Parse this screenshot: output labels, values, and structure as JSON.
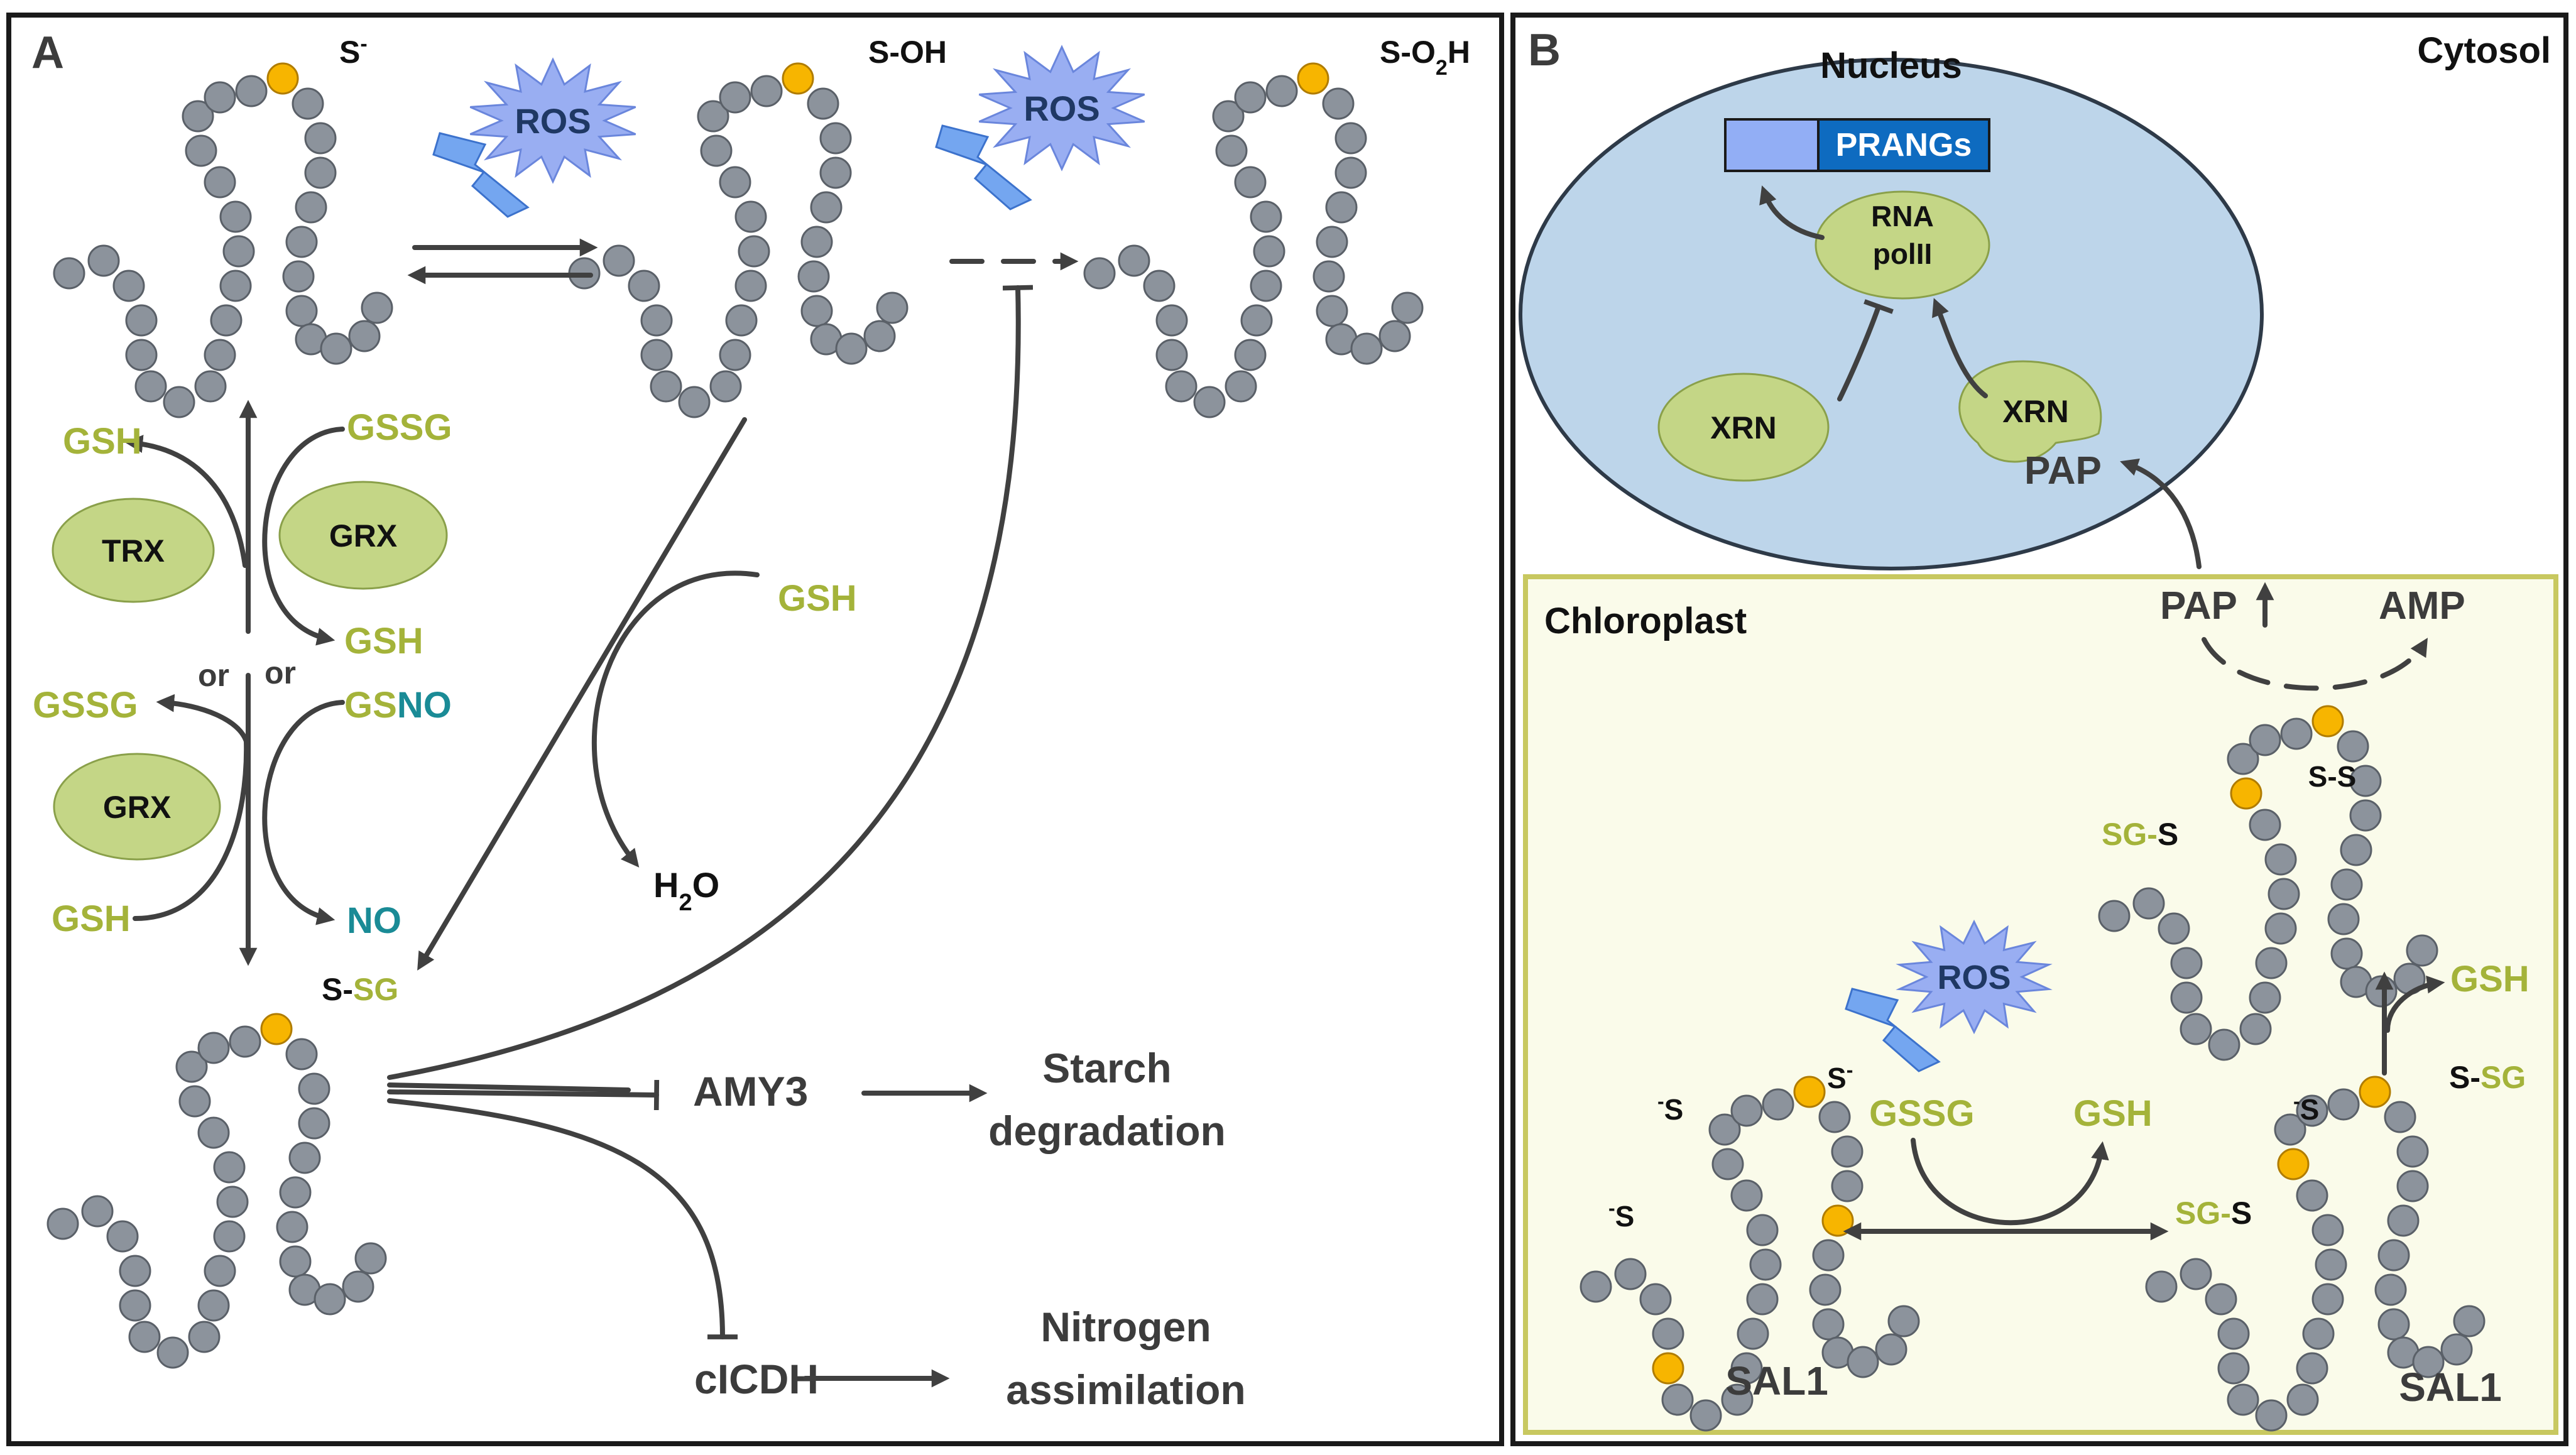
{
  "panel_a": {
    "letter": "A",
    "thiolate_label": "S",
    "thiolate_charge": "-",
    "sulfenic_label": "S-OH",
    "sulfinic_prefix": "S-O",
    "sulfinic_sub": "2",
    "sulfinic_suffix": "H",
    "ros_1": "ROS",
    "ros_2": "ROS",
    "gsh_top_left": "GSH",
    "gssg_top_right": "GSSG",
    "trx": "TRX",
    "grx_top": "GRX",
    "gsh_mid_right": "GSH",
    "or_left": "or",
    "or_right": "or",
    "gssg_mid_left": "GSSG",
    "gsno_gs": "GS",
    "gsno_no": "NO",
    "grx_bottom": "GRX",
    "gsh_bottom_left": "GSH",
    "no_bottom_right": "NO",
    "gsh_center": "GSH",
    "water_h": "H",
    "water_sub": "2",
    "water_o": "O",
    "glutathionylated_s": "S-",
    "glutathionylated_sg": "SG",
    "amy3": "AMY3",
    "starch_1": "Starch",
    "starch_2": "degradation",
    "cicdh": "cICDH",
    "nitrogen_1": "Nitrogen",
    "nitrogen_2": "assimilation"
  },
  "panel_b": {
    "letter": "B",
    "cytosol": "Cytosol",
    "nucleus": "Nucleus",
    "prangs": "PRANGs",
    "rna_1": "RNA",
    "rna_2": "polII",
    "xrn_left": "XRN",
    "xrn_right": "XRN",
    "pap_nucleus": "PAP",
    "chloroplast": "Chloroplast",
    "pap_chloroplast": "PAP",
    "amp": "AMP",
    "ros": "ROS",
    "gssg": "GSSG",
    "gsh_center": "GSH",
    "gsh_right": "GSH",
    "sg_s_right_sg": "SG-",
    "sg_s_right_s": "S",
    "sg_s_top_sg": "SG-",
    "sg_s_top_s": "S",
    "disulfide": "S-S",
    "s_sg_s": "S-",
    "s_sg_sg": "SG",
    "sal1_left": "SAL1",
    "sal1_right": "SAL1",
    "thiolate_s": "S",
    "thiolate_minus": "-"
  },
  "colors": {
    "glutathione_green": "#a4b33a",
    "nitric_oxide_teal": "#1a8b96",
    "nucleus_fill": "#bdd5ea",
    "chloroplast_fill": "#fafbea",
    "chloroplast_border": "#c8c860",
    "ros_blue": "#99aef2",
    "cysteine_orange": "#f7b500",
    "bead_grey": "#8c939c",
    "enzyme_green": "#c4d686",
    "prangs_blue": "#0e6bc0"
  },
  "icons": {
    "ros": "starburst-icon",
    "lightning": "lightning-bolt-icon",
    "protein": "bead-chain-icon"
  }
}
